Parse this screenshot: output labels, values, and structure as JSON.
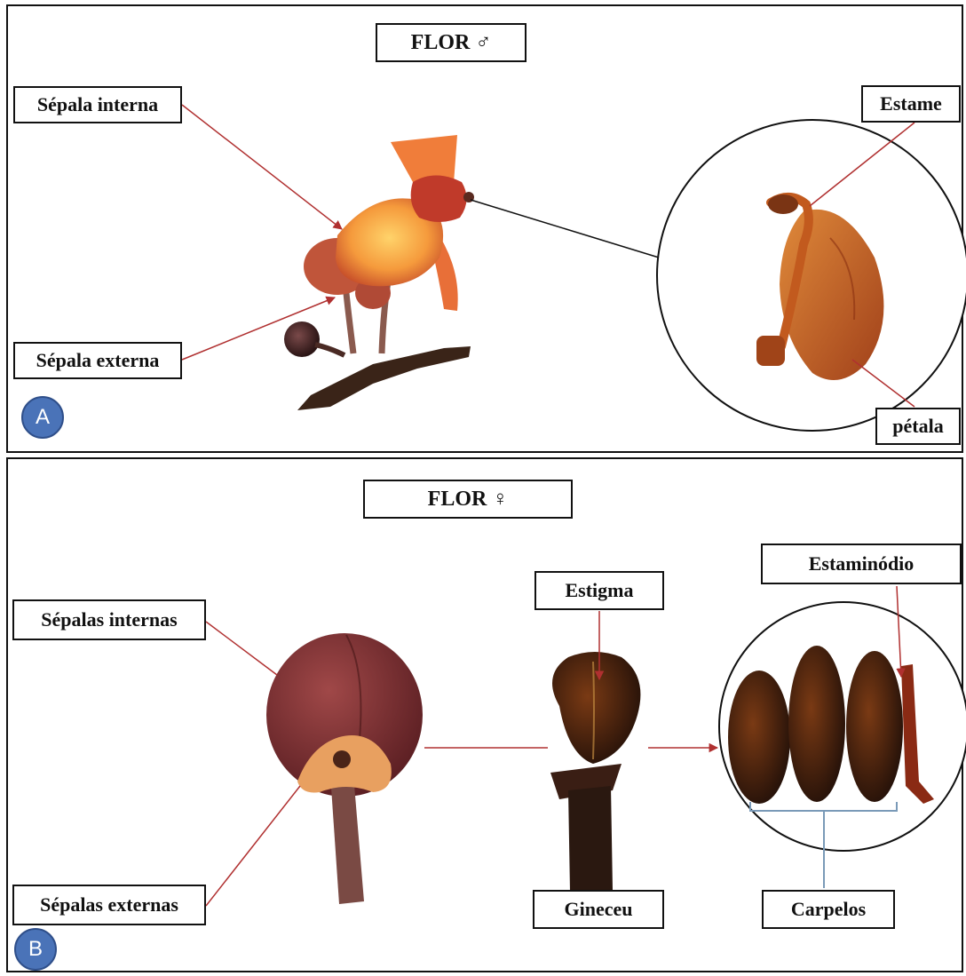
{
  "panel_a": {
    "title": "FLOR ♂",
    "badge": "A",
    "labels": {
      "sepala_interna": "Sépala interna",
      "sepala_externa": "Sépala externa",
      "estame": "Estame",
      "petala": "pétala"
    }
  },
  "panel_b": {
    "title": "FLOR ♀",
    "badge": "B",
    "labels": {
      "sepalas_internas": "Sépalas internas",
      "sepalas_externas": "Sépalas externas",
      "estigma": "Estigma",
      "gineceu": "Gineceu",
      "estaminodio": "Estaminódio",
      "carpelos": "Carpelos"
    }
  },
  "colors": {
    "leader_line": "#b03030",
    "badge": "#4a73b8",
    "petal_orange": "#f08a3a",
    "sepal_dark": "#7a2a2a",
    "stem_brown": "#3a2418"
  }
}
